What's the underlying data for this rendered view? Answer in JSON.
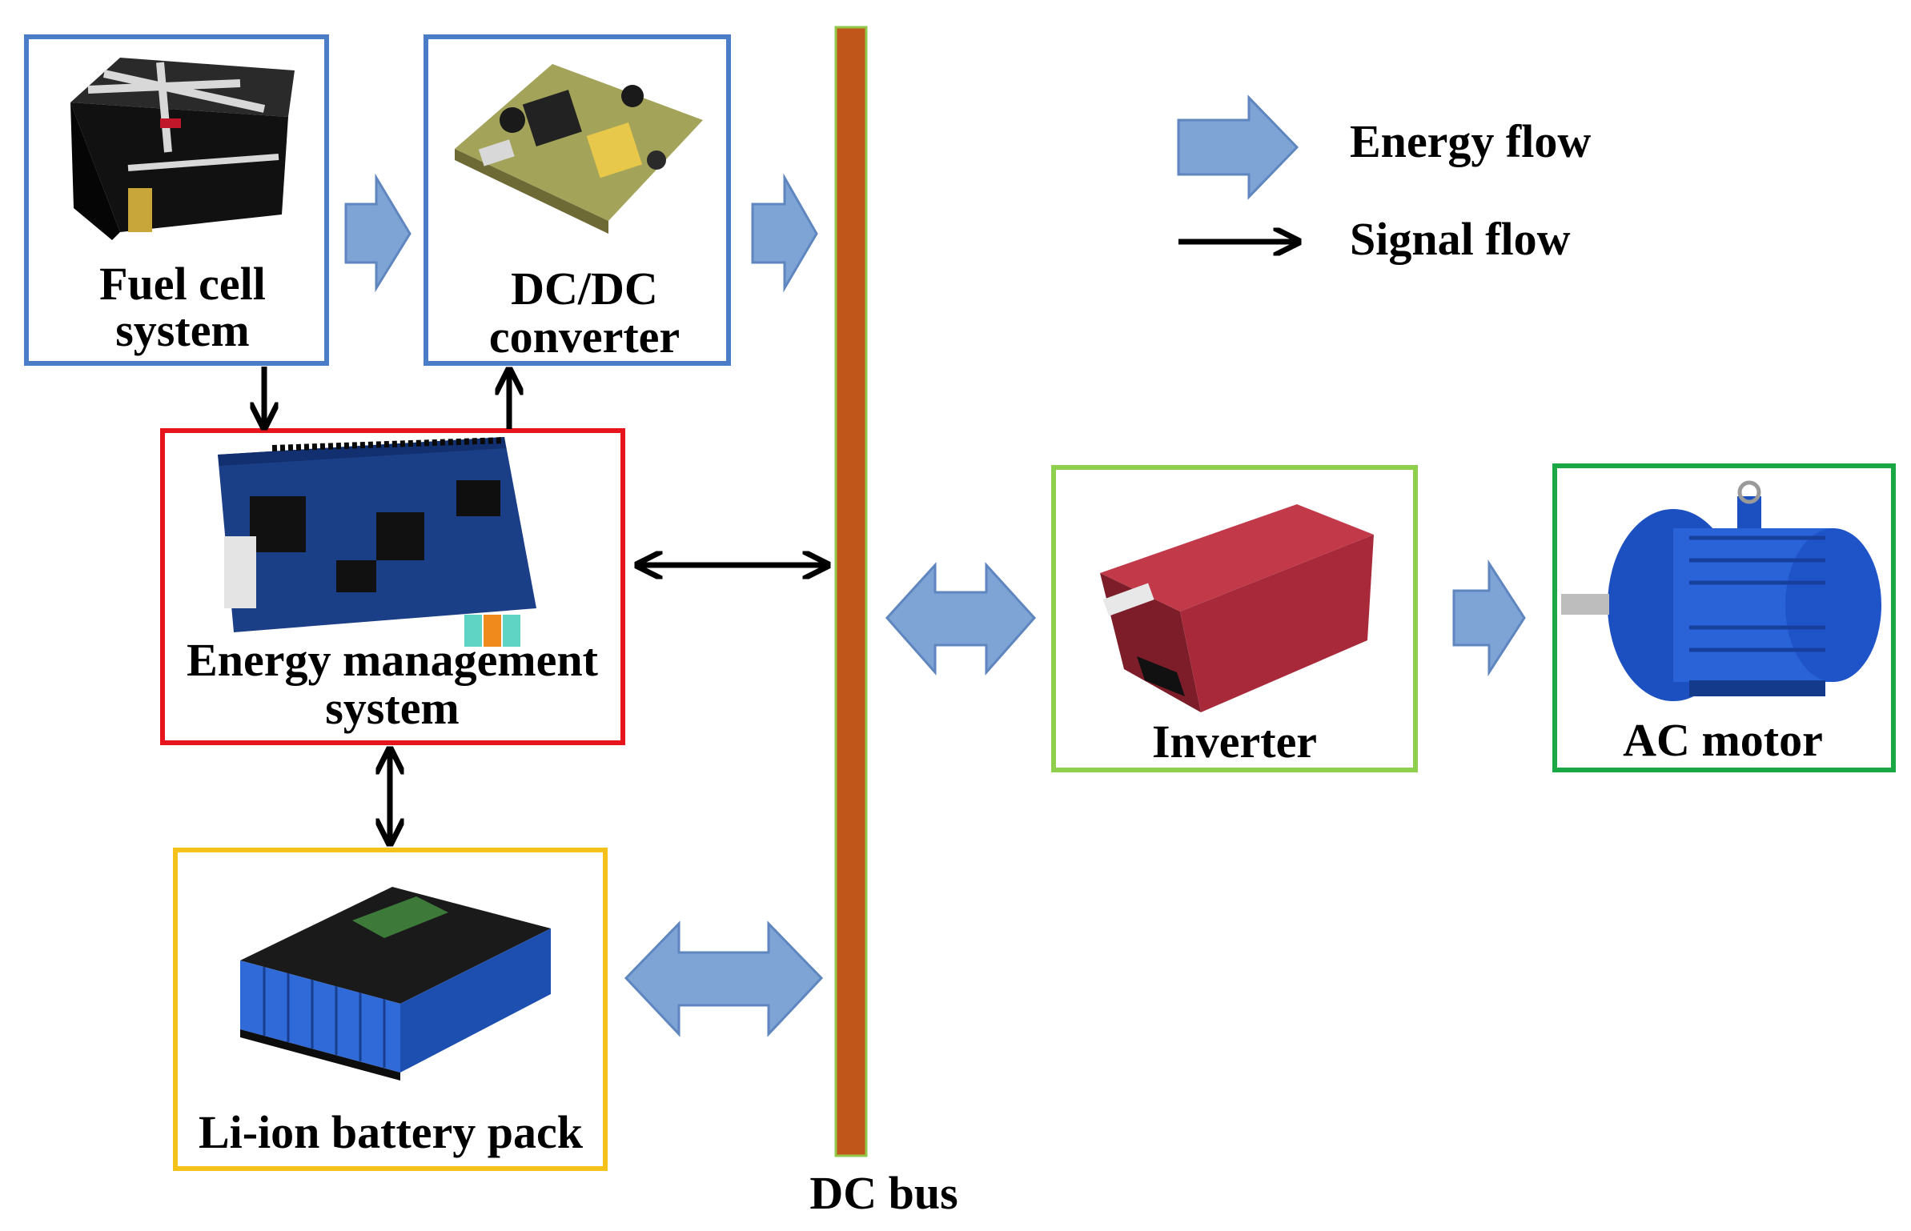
{
  "components": {
    "fuel_cell": {
      "line1": "Fuel cell",
      "line2": "system",
      "border": "#4a7cc7"
    },
    "dcdc": {
      "line1": "DC/DC",
      "line2": "converter",
      "border": "#4a7cc7"
    },
    "ems": {
      "line1": "Energy management",
      "line2": "system",
      "border": "#e8141c"
    },
    "battery": {
      "label": "Li-ion battery pack",
      "border": "#f5c21b"
    },
    "inverter": {
      "label": "Inverter",
      "border": "#8fcf4e"
    },
    "motor": {
      "label": "AC motor",
      "border": "#1aa844"
    }
  },
  "bus": {
    "label": "DC bus",
    "color": "#c0561a",
    "outline": "#92c84a"
  },
  "legend": {
    "energy_flow": "Energy flow",
    "signal_flow": "Signal flow"
  },
  "colors": {
    "energy_arrow": "#7ea4d6",
    "energy_arrow_edge": "#5f86bf",
    "signal_arrow": "#000000"
  }
}
